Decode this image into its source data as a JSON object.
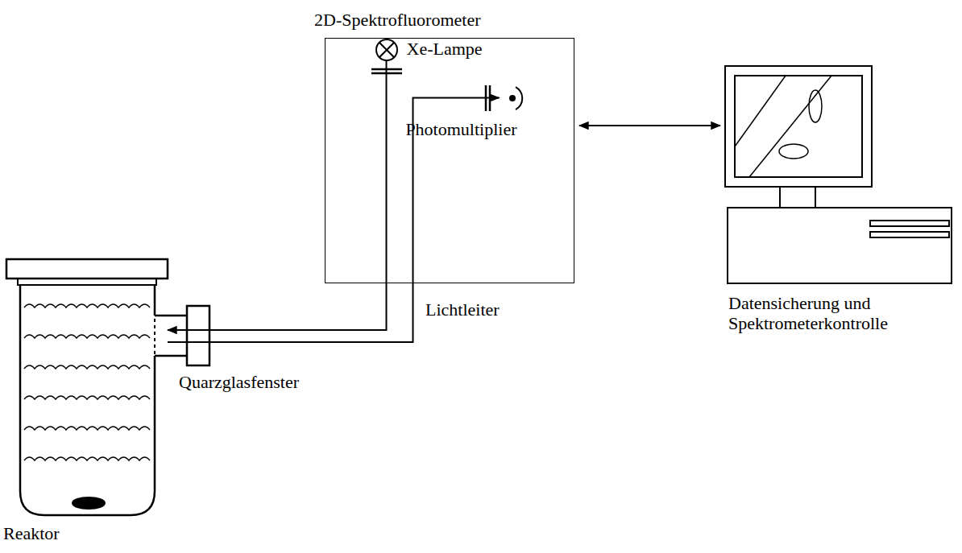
{
  "diagram": {
    "nodes": [
      {
        "text": [
          "2D-Spektrofluorometer"
        ]
      },
      {
        "text": [
          "Xe-Lampe"
        ],
        "in": 0
      },
      {
        "text": [
          "Photomultiplier"
        ],
        "in": 0
      },
      {
        "text": [
          "Datensicherung und Spektrometerkontrolle"
        ]
      },
      {
        "text": [
          "Reaktor"
        ]
      }
    ],
    "edges": [
      {
        "from": 0,
        "to": 3,
        "arrow": "both"
      },
      {
        "from": 1,
        "to": 4,
        "arrow": "to"
      },
      {
        "from": 4,
        "to": 2,
        "arrow": "to"
      }
    ],
    "labels": [
      "Lichtleiter",
      "Quarzglasfenster"
    ]
  }
}
